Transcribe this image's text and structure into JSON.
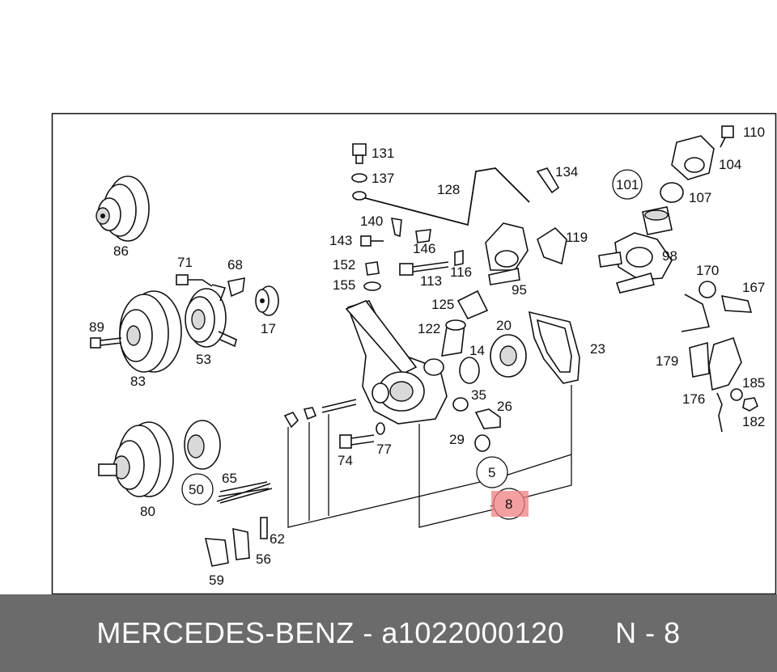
{
  "diagram": {
    "callouts": [
      "86",
      "71",
      "68",
      "17",
      "89",
      "83",
      "53",
      "80",
      "50",
      "65",
      "62",
      "56",
      "59",
      "131",
      "137",
      "128",
      "134",
      "140",
      "143",
      "146",
      "116",
      "113",
      "152",
      "155",
      "125",
      "122",
      "14",
      "20",
      "95",
      "119",
      "35",
      "26",
      "29",
      "74",
      "77",
      "5",
      "8",
      "23",
      "101",
      "104",
      "107",
      "110",
      "98",
      "170",
      "167",
      "179",
      "176",
      "185",
      "182"
    ],
    "highlight": {
      "label": "8",
      "color": "#f08080"
    }
  },
  "footer": {
    "brand": "MERCEDES-BENZ",
    "separator": "-",
    "part_number": "a1022000120",
    "position": "N - 8",
    "background": "#6b6b6b"
  }
}
